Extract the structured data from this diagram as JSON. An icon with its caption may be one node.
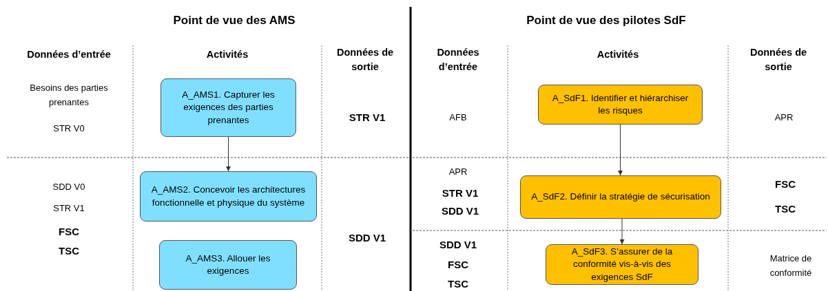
{
  "diagram": {
    "nodes": [
      {
        "text": [
          "A_AMS1. Capturer les exigences des parties prenantes"
        ]
      },
      {
        "text": [
          "A_AMS2. Concevoir les architectures fonctionnelle et physique du système"
        ]
      },
      {
        "text": [
          "A_AMS3. Allouer les exigences"
        ]
      },
      {
        "text": [
          "A_SdF1. Identifier et hiérarchiser les risques"
        ]
      },
      {
        "text": [
          "A_SdF2. Définir la stratégie de sécurisation"
        ]
      },
      {
        "text": [
          "A_SdF3. S’assurer de la conformité vis-à-vis des exigences SdF"
        ]
      }
    ],
    "edges": [
      {
        "from": 0,
        "to": 1,
        "arrow": "to"
      },
      {
        "from": 3,
        "to": 4,
        "arrow": "to"
      },
      {
        "from": 4,
        "to": 5,
        "arrow": "to"
      }
    ],
    "labels": [
      "Point de vue des AMS",
      "Point de vue des pilotes SdF",
      "Données d’entrée",
      "Activités",
      "Données de sortie",
      "Données d’entrée",
      "Activités",
      "Données de sortie",
      "Besoins des parties prenantes",
      "STR V0",
      "STR V1",
      "AFB",
      "APR",
      "SDD V0",
      "STR V1",
      "FSC",
      "TSC",
      "SDD V1",
      "APR",
      "STR V1",
      "SDD V1",
      "FSC",
      "TSC",
      "SDD V1",
      "FSC",
      "TSC",
      "Matrice de conformité"
    ]
  }
}
